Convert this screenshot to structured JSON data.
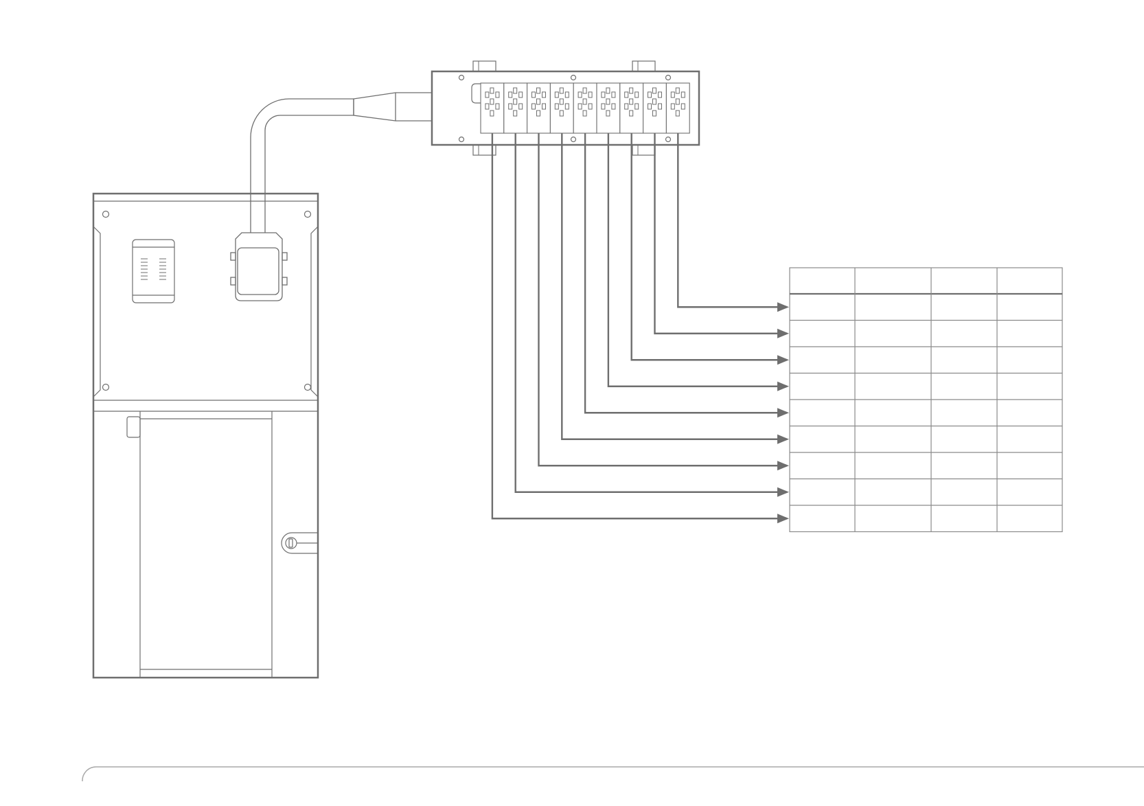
{
  "diagram": {
    "colors": {
      "stroke": "#6e6e6e",
      "thin": "#8a8a8a",
      "background": "#ffffff"
    },
    "pdu": {
      "outlet_count": 9
    },
    "table": {
      "columns": 4,
      "header_rows": 1,
      "body_rows": 9,
      "cells": []
    }
  }
}
